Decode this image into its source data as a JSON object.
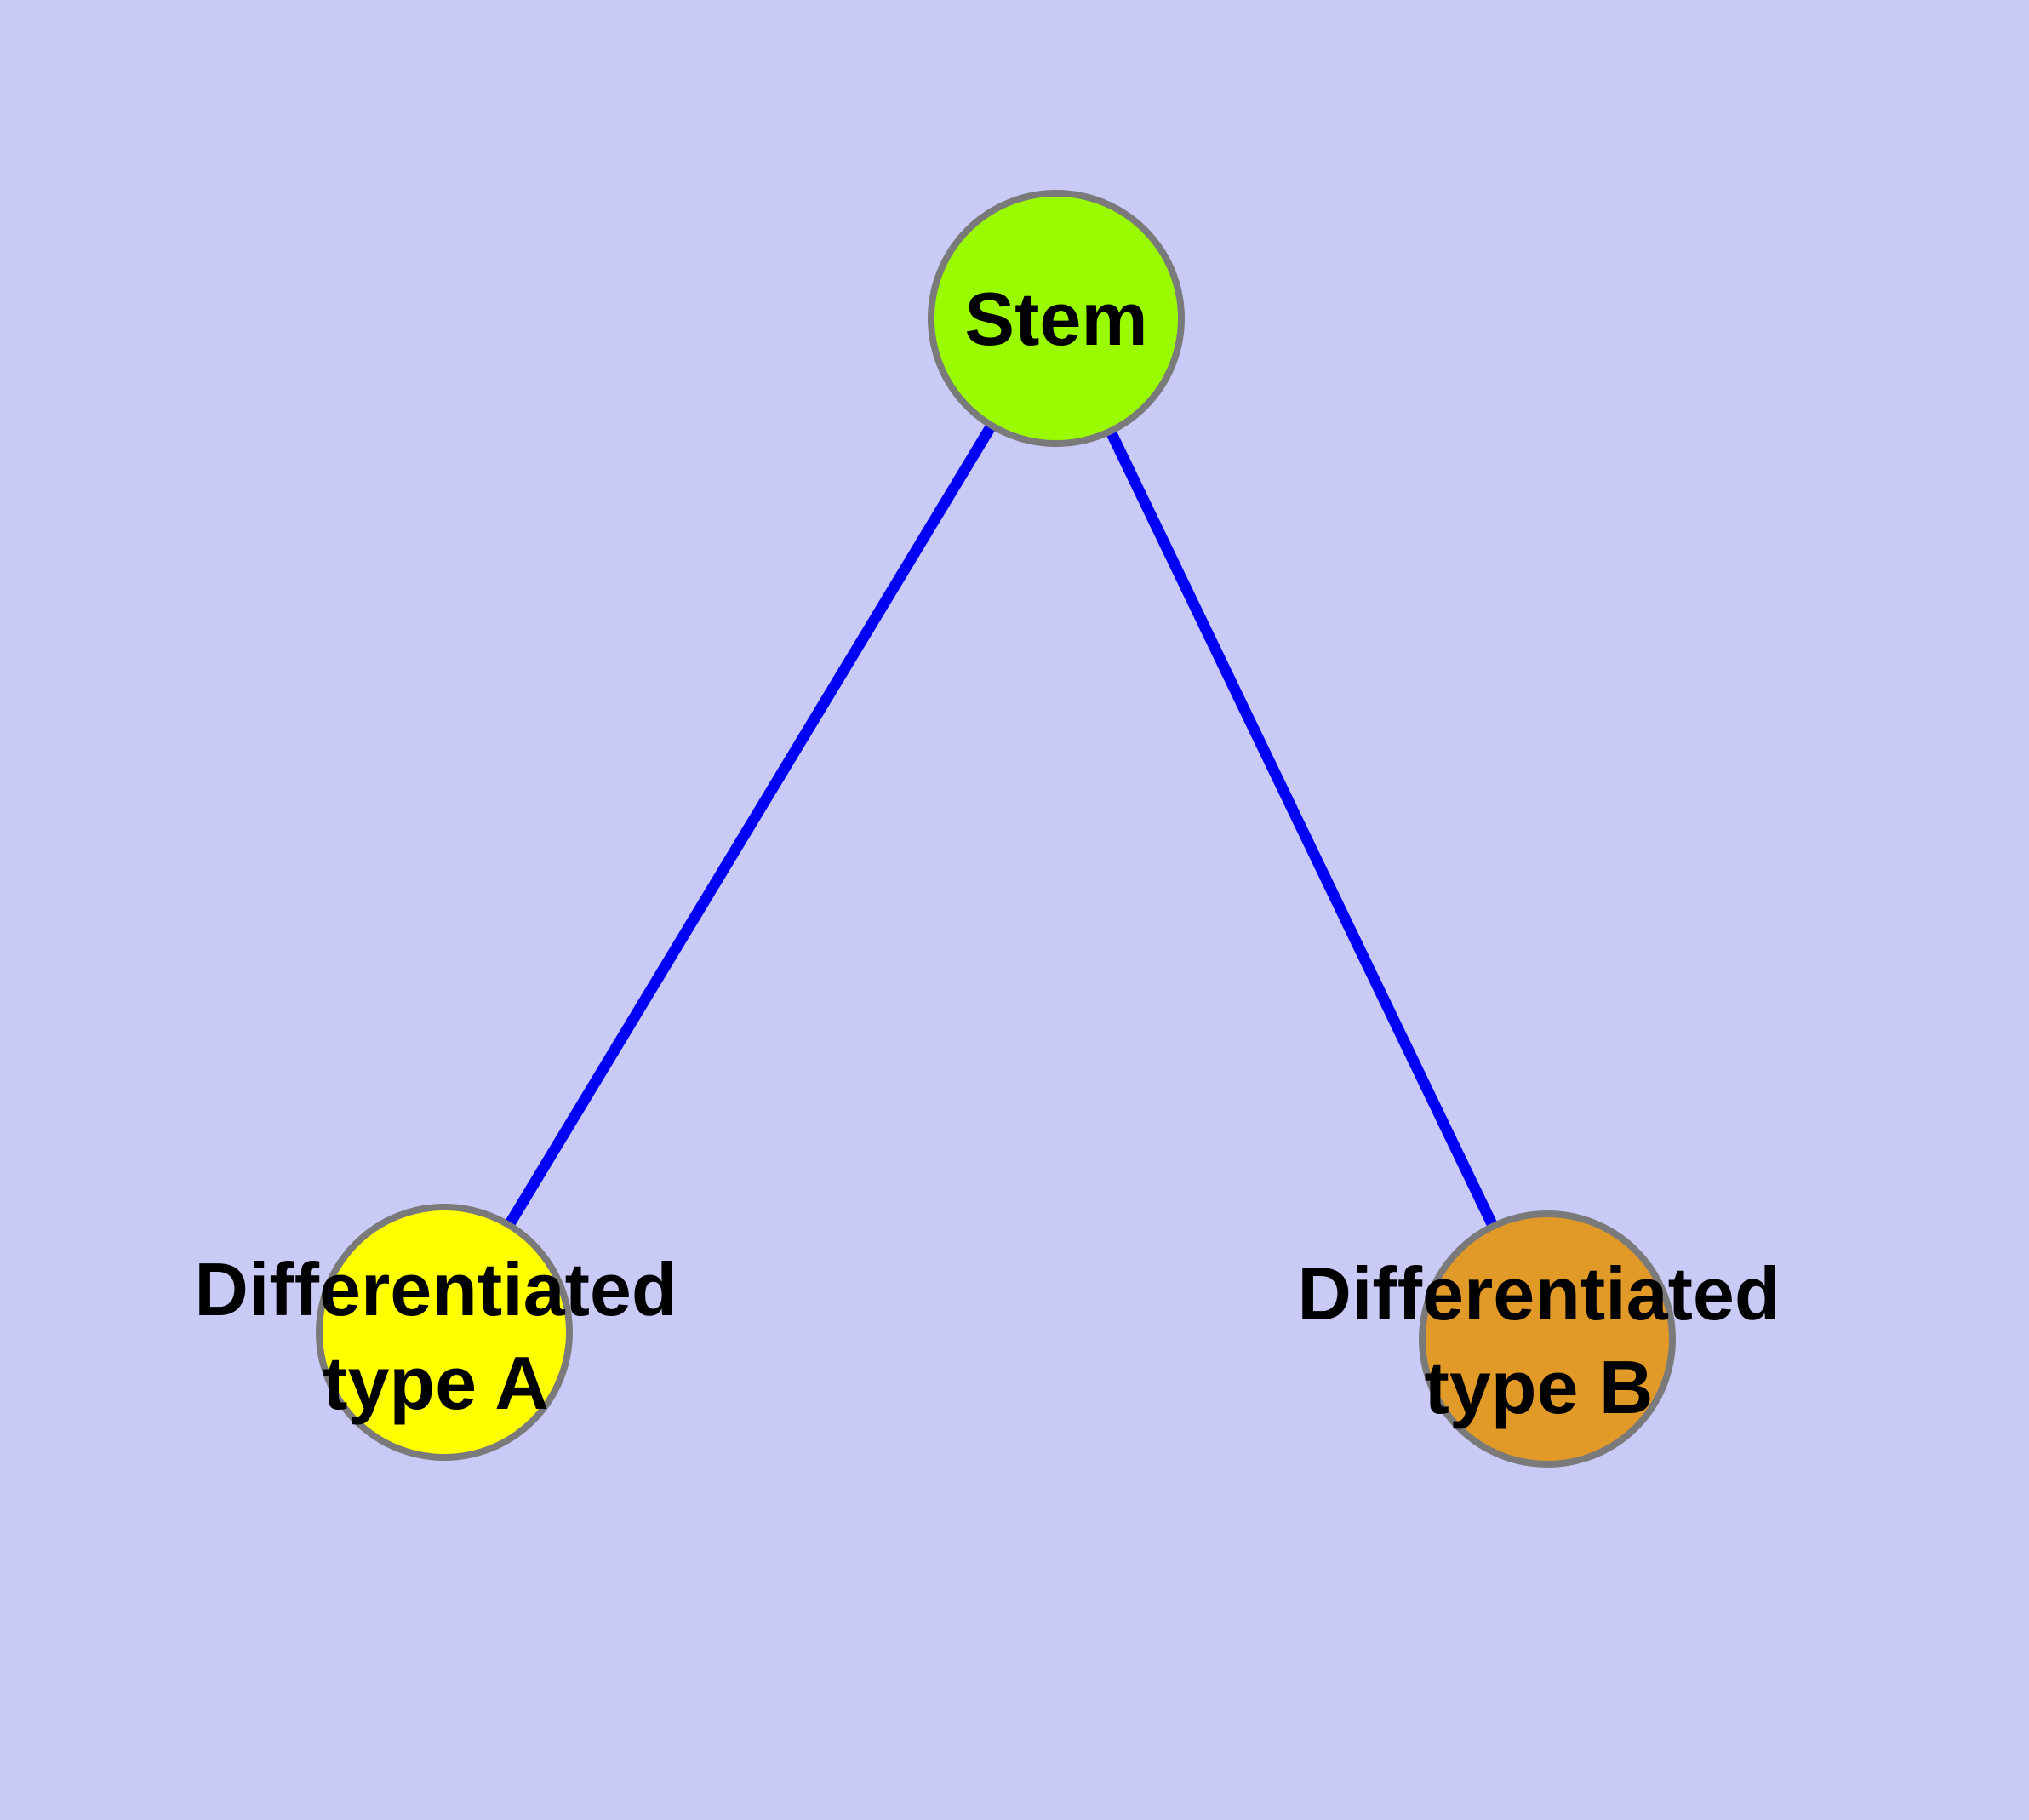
{
  "diagram": {
    "background_color": "#CACAF6",
    "edge_color": "#0000F5",
    "node_border_color": "#7A7A7A",
    "label_color": "#000000",
    "nodes": [
      {
        "id": "stem",
        "label": "Stem",
        "lines": [
          "Stem"
        ],
        "fill_color": "#9AFB00"
      },
      {
        "id": "differentiated-type-a",
        "label": "Differentiated type A",
        "lines": [
          "Differentiated",
          "type A"
        ],
        "fill_color": "#FFFF00"
      },
      {
        "id": "differentiated-type-b",
        "label": "Differentiated type B",
        "lines": [
          "Differentiated",
          "type B"
        ],
        "fill_color": "#E19A28"
      }
    ],
    "edges": [
      {
        "from": "Stem",
        "to": "Differentiated type A"
      },
      {
        "from": "Stem",
        "to": "Differentiated type B"
      }
    ]
  }
}
